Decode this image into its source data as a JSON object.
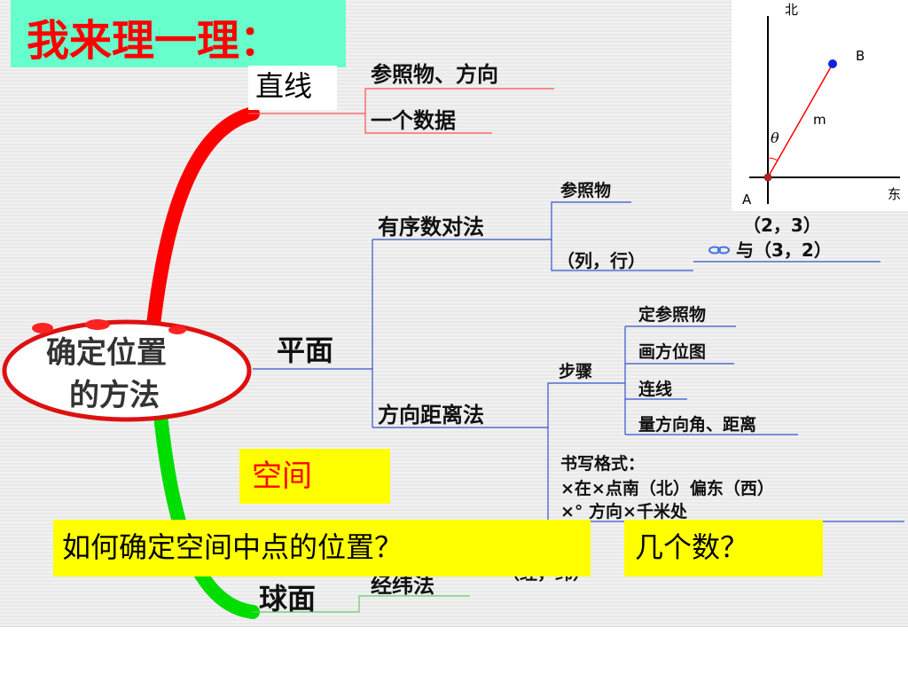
{
  "title": "我来理一理：",
  "center": {
    "line1": "确定位置",
    "line2": "的方法"
  },
  "branches": {
    "line": {
      "label": "直线",
      "items": [
        "参照物、方向",
        "一个数据"
      ]
    },
    "plane": {
      "label": "平面",
      "ordered_pairs": {
        "label": "有序数对法",
        "items": [
          "参照物",
          "（列，行）"
        ],
        "note_line1": "（2，3）",
        "note_line2": "与（3，2）"
      },
      "direction_distance": {
        "label": "方向距离法",
        "steps_label": "步骤",
        "steps": [
          "定参照物",
          "画方位图",
          "连线",
          "量方向角、距离"
        ],
        "format_label": "书写格式：",
        "format_lines": [
          "×在×点南（北）偏东（西）",
          "×°  方向×千米处"
        ]
      }
    },
    "space": {
      "label": "空间"
    },
    "sphere": {
      "label": "球面",
      "method": "经纬法",
      "coords": "（经，纬）"
    }
  },
  "callouts": {
    "question1": "如何确定空间中点的位置？",
    "question2": "几个数？"
  },
  "compass": {
    "north": "北",
    "east": "东",
    "point_a": "A",
    "point_b": "B",
    "segment": "m",
    "angle": "θ"
  },
  "colors": {
    "title_bg": "#66ffcc",
    "title_text": "#ff0000",
    "highlight": "#ffff00",
    "space_text": "#ff0000",
    "branch_red": "#ff0000",
    "branch_green": "#00dd00",
    "connector_blue": "#3355cc"
  }
}
